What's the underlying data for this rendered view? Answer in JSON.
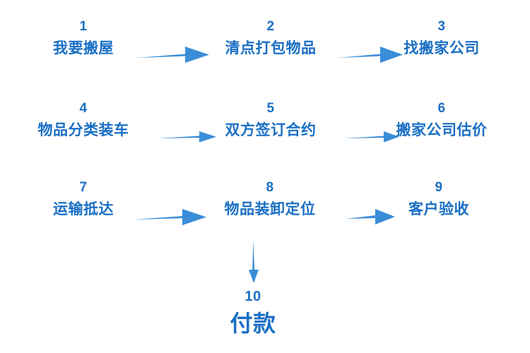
{
  "diagram": {
    "title_present": false,
    "accent_color": "#1A6FC4",
    "arrow_color": "#3A8DD8",
    "background_color": "#FFFFFF",
    "steps": [
      {
        "number": "1",
        "label": "我要搬屋"
      },
      {
        "number": "2",
        "label": "清点打包物品"
      },
      {
        "number": "3",
        "label": "找搬家公司"
      },
      {
        "number": "4",
        "label": "物品分类装车"
      },
      {
        "number": "5",
        "label": "双方签订合约"
      },
      {
        "number": "6",
        "label": "搬家公司估价"
      },
      {
        "number": "7",
        "label": "运输抵达"
      },
      {
        "number": "8",
        "label": "物品装卸定位"
      },
      {
        "number": "9",
        "label": "客户验收"
      },
      {
        "number": "10",
        "label": "付款"
      }
    ],
    "connectors": [
      {
        "name": "arrow-step1-to-step2",
        "direction": "right"
      },
      {
        "name": "arrow-step2-to-step3",
        "direction": "right"
      },
      {
        "name": "arrow-step4-to-step5",
        "direction": "right"
      },
      {
        "name": "arrow-step5-to-step6",
        "direction": "right"
      },
      {
        "name": "arrow-step7-to-step8",
        "direction": "right"
      },
      {
        "name": "arrow-step8-to-step9",
        "direction": "right"
      },
      {
        "name": "arrow-step8-to-step10",
        "direction": "down"
      }
    ]
  }
}
